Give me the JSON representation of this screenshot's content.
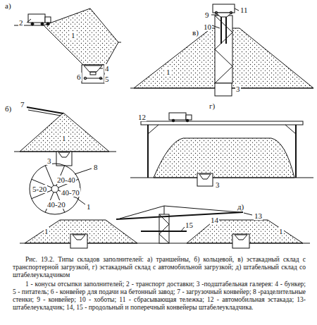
{
  "diagram": {
    "caption": "Рис. 19.2. Типы складов заполнителей: а) траншейны, б) кольцевой, в) эстакадный склад с транспортерной загрузкой, г) эстакадный склад с автомобильной загрузкой; д) штабельный склад со штабелеукладчиком",
    "labels": [
      "а)",
      "2",
      "1",
      "4",
      "6",
      "5",
      "б)",
      "7",
      "1",
      "3",
      "8",
      "5-20",
      "20-40",
      "40-70",
      "40-20",
      "1",
      "в)",
      "9",
      "11",
      "10",
      "1",
      "3",
      "г)",
      "12",
      "3",
      "д)",
      "14",
      "13",
      "15",
      "1",
      "1",
      "1 - конусы отсыпки заполнителей; 2 - транспорт доставки; 3 -подштабельная галерея: 4 - бункер; 5 - питатель; 6 - конвейер для подачи на бетонный завод; 7 - загрузочный конвейер; 8 -разделительные стенки; 9 - конвейер; 10 - хоботы; 11 - сбрасывающая тележка; 12 - автомобильная эстакада; 13- штабелеукладчик; 14, 15 - продольный и поперечный конвейеры штабелеукладчика."
    ]
  }
}
